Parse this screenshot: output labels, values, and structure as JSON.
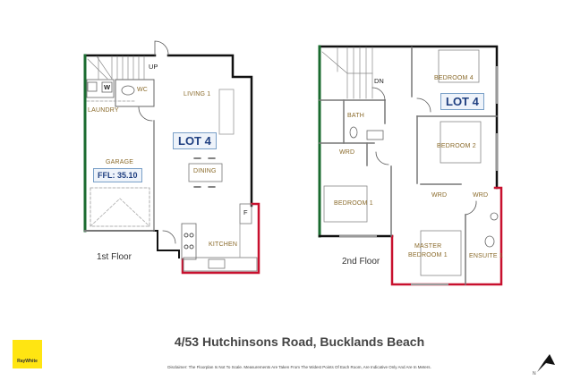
{
  "title": "4/53 Hutchinsons Road, Bucklands Beach",
  "disclaimer": "Disclaimer: The Floorplan Is Not To Scale. Measurements Are Taken From The Widest Points Of Each Room, Are Indicative Only And Are In Meters.",
  "logo": {
    "text": "RayWhite",
    "color": "#ffe512"
  },
  "colors": {
    "wall": "#111111",
    "green_wall": "#1a6b2f",
    "red_wall": "#c8102e",
    "room_label": "#8a6a2a",
    "lot_badge": "#1f3f80"
  },
  "floors": [
    {
      "label": "1st Floor",
      "lot": "LOT 4",
      "ffl": "FFL: 35.10",
      "stair_label": "UP",
      "rooms": [
        "LIVING 1",
        "DINING",
        "KITCHEN",
        "GARAGE",
        "LAUNDRY",
        "WC"
      ],
      "fixtures": {
        "washer": "W",
        "fridge": "F"
      }
    },
    {
      "label": "2nd Floor",
      "lot": "LOT 4",
      "stair_label": "DN",
      "rooms": [
        "BEDROOM 4",
        "BEDROOM 2",
        "BATH",
        "WRD",
        "BEDROOM 1",
        "WRD",
        "WRD",
        "MASTER",
        "BEDROOM 1",
        "ENSUITE 1"
      ]
    }
  ],
  "north_arrow": "N"
}
